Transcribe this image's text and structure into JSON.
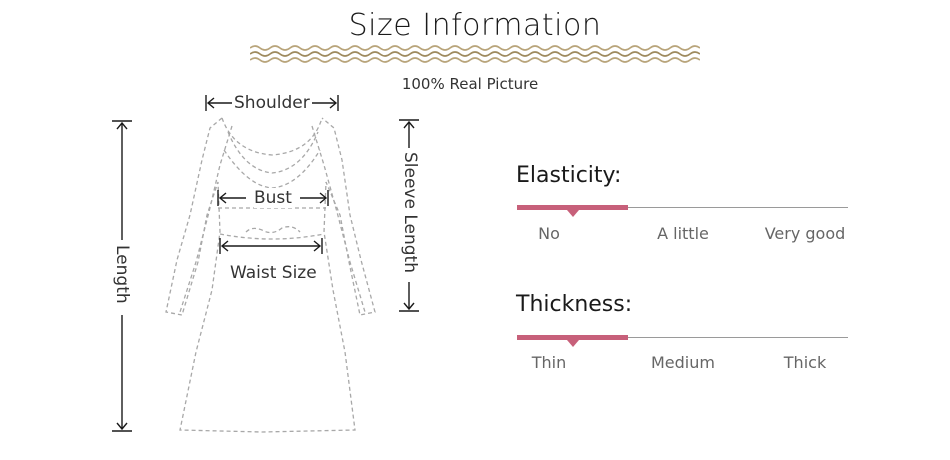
{
  "header": {
    "title": "Size Information",
    "subtitle": "100% Real Picture"
  },
  "measurements": {
    "shoulder": "Shoulder",
    "bust": "Bust",
    "waist": "Waist Size",
    "length": "Length",
    "sleeve": "Sleeve Length"
  },
  "elasticity": {
    "label": "Elasticity:",
    "options": [
      "No",
      "A little",
      "Very good"
    ],
    "selected": "No"
  },
  "thickness": {
    "label": "Thickness:",
    "options": [
      "Thin",
      "Medium",
      "Thick"
    ],
    "selected": "Thin"
  },
  "colors": {
    "accent": "#c7607a",
    "wave": "#b8a47a"
  }
}
